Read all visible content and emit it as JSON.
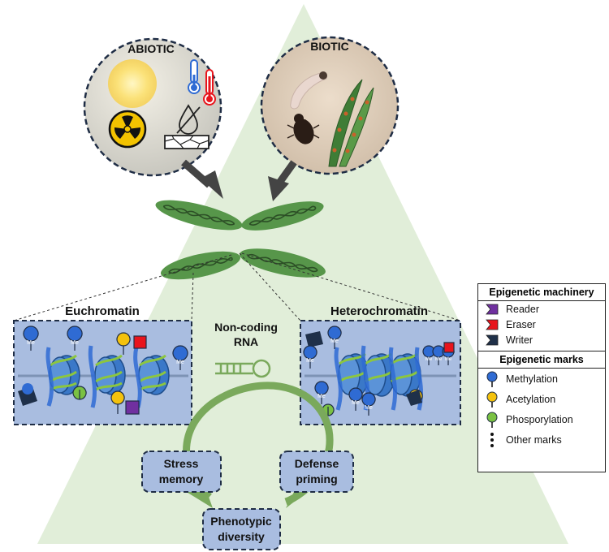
{
  "diagram": {
    "abiotic_label": "ABIOTIC",
    "biotic_label": "BIOTIC",
    "euchromatin_label": "Euchromatin",
    "heterochromatin_label": "Heterochromatin",
    "ncrna_line1": "Non-coding",
    "ncrna_line2": "RNA",
    "stress_memory_line1": "Stress",
    "stress_memory_line2": "memory",
    "defense_priming_line1": "Defense",
    "defense_priming_line2": "priming",
    "phenotypic_line1": "Phenotypic",
    "phenotypic_line2": "diversity",
    "mark_text": "Me"
  },
  "legend": {
    "machinery_title": "Epigenetic machinery",
    "machinery": [
      {
        "label": "Reader",
        "icon": "reader-icon",
        "color": "#7030a0"
      },
      {
        "label": "Eraser",
        "icon": "eraser-icon",
        "color": "#e8141c"
      },
      {
        "label": "Writer",
        "icon": "writer-icon",
        "color": "#1f3049"
      }
    ],
    "marks_title": "Epigenetic marks",
    "marks": [
      {
        "label": "Methylation",
        "icon": "methylation-icon",
        "color": "#2f6bd3"
      },
      {
        "label": "Acetylation",
        "icon": "acetylation-icon",
        "color": "#f4c20d"
      },
      {
        "label": "Phosporylation",
        "icon": "phosphorylation-icon",
        "color": "#7ac143"
      },
      {
        "label": "Other marks",
        "icon": "ellipsis-icon",
        "color": "#111111"
      }
    ]
  },
  "colors": {
    "tree": "#dcebd2",
    "chromosome": "#57964a",
    "chromatin_panel": "#a9bde0",
    "histone": "#3a78c8",
    "dna": "#8cc63f",
    "cycle_arrow": "#7aa95c",
    "box_fill": "#a9bde0"
  }
}
